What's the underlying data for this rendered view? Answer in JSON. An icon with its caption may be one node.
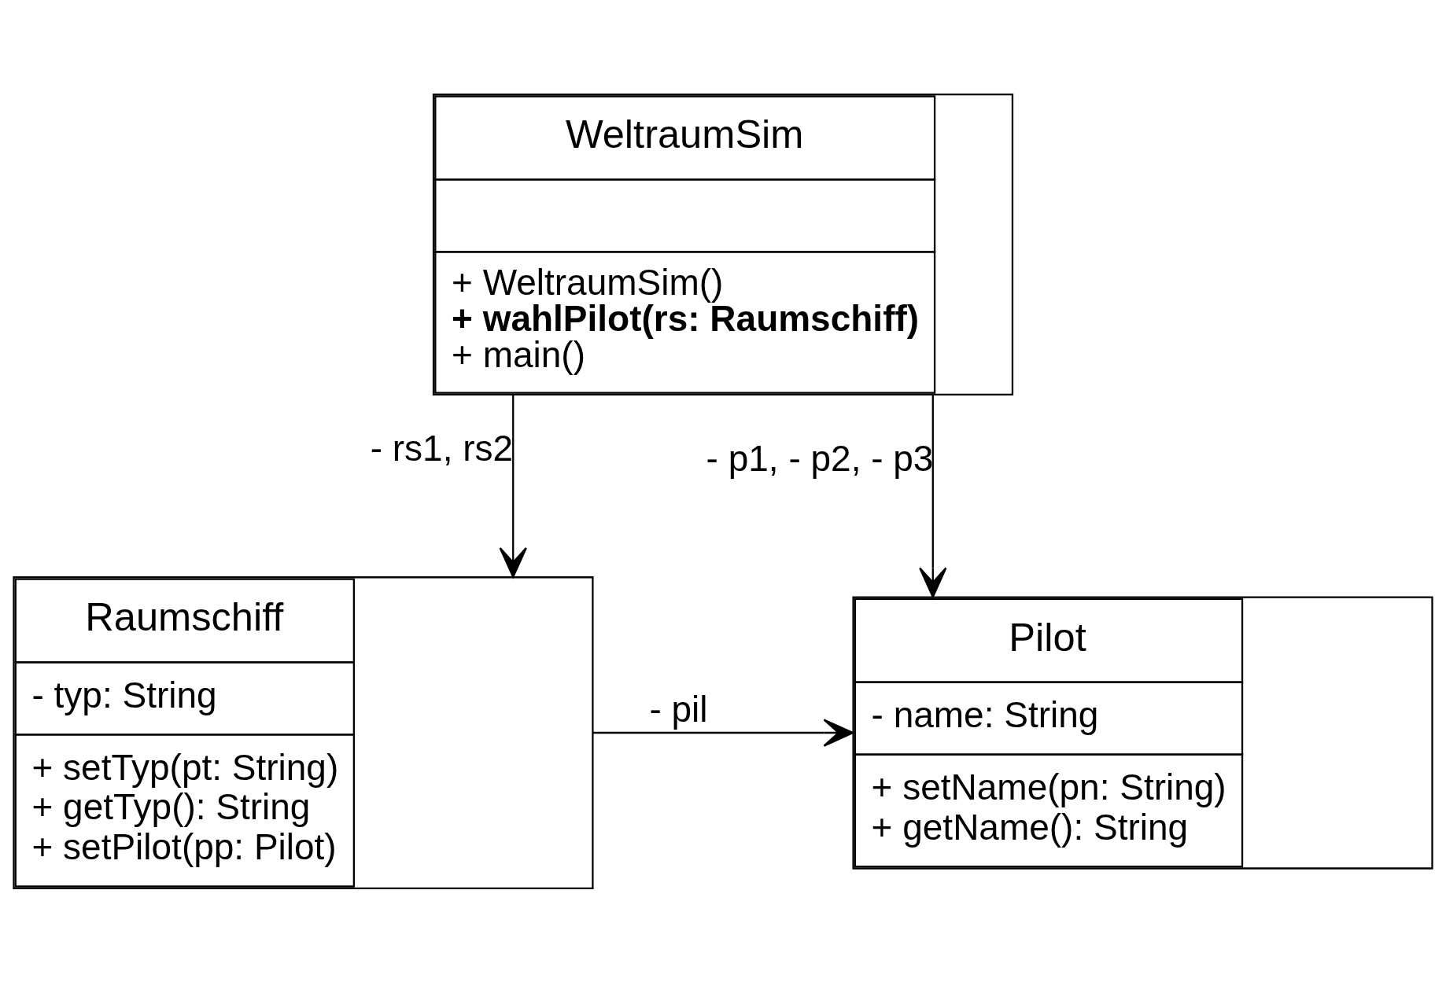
{
  "diagram": {
    "nodes": [
      {
        "text": [
          "WeltraumSim",
          "+ WeltraumSim()",
          "+ wahlPilot(rs: Raumschiff)",
          "+ main()"
        ]
      },
      {
        "text": [
          "Raumschiff",
          "- typ: String",
          "+ setTyp(pt: String)",
          "+ getTyp(): String",
          "+ setPilot(pp: Pilot)"
        ]
      },
      {
        "text": [
          "Pilot",
          "- name: String",
          "+ setName(pn: String)",
          "+ getName(): String"
        ]
      }
    ],
    "edges": [
      {
        "from": 0,
        "to": 1,
        "arrow": "to",
        "label": "- rs1, rs2"
      },
      {
        "from": 0,
        "to": 2,
        "arrow": "to",
        "label": "- p1, - p2, - p3"
      },
      {
        "from": 1,
        "to": 2,
        "arrow": "to",
        "label": "- pil"
      }
    ]
  }
}
